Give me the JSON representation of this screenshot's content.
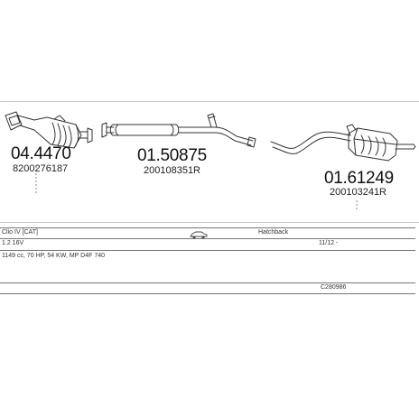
{
  "parts": [
    {
      "part_number": "04.4470",
      "oem_number": "8200276187"
    },
    {
      "part_number": "01.50875",
      "oem_number": "200108351R"
    },
    {
      "part_number": "01.61249",
      "oem_number": "200103241R"
    }
  ],
  "vehicle": {
    "model": "Clio IV  [CAT]",
    "body_type": "Hatchback",
    "engine": "1.2 16V",
    "production_from": "11/12 -",
    "engine_details": "1149 cc, 70 HP, 54 KW, MP D4F 740",
    "kit_code": "C280986"
  },
  "icons": {
    "car": "car-icon"
  },
  "colors": {
    "line": "#333333",
    "guide": "#c9c9c9"
  }
}
